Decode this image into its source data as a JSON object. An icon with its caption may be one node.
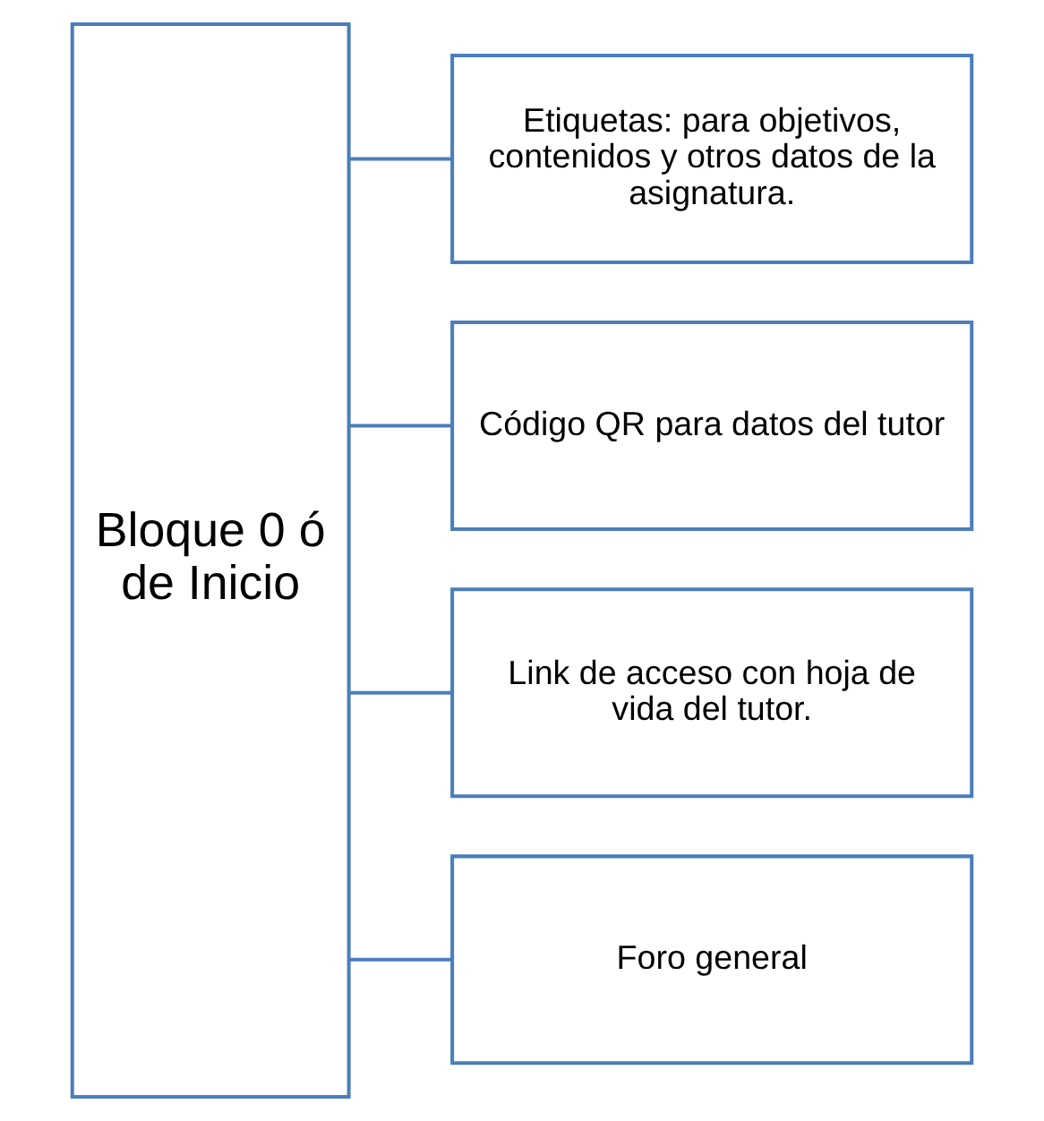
{
  "diagram": {
    "nodes": [
      {
        "text": [
          "Bloque 0 ó de Inicio"
        ]
      },
      {
        "text": [
          "Etiquetas: para objetivos, contenidos y otros datos de la asignatura."
        ]
      },
      {
        "text": [
          "Código QR para datos del tutor"
        ]
      },
      {
        "text": [
          "Link de acceso con hoja de vida del tutor."
        ]
      },
      {
        "text": [
          "Foro general"
        ]
      }
    ],
    "edges": [
      {
        "from": 0,
        "to": 1,
        "arrow": "none"
      },
      {
        "from": 0,
        "to": 2,
        "arrow": "none"
      },
      {
        "from": 0,
        "to": 3,
        "arrow": "none"
      },
      {
        "from": 0,
        "to": 4,
        "arrow": "none"
      }
    ]
  }
}
